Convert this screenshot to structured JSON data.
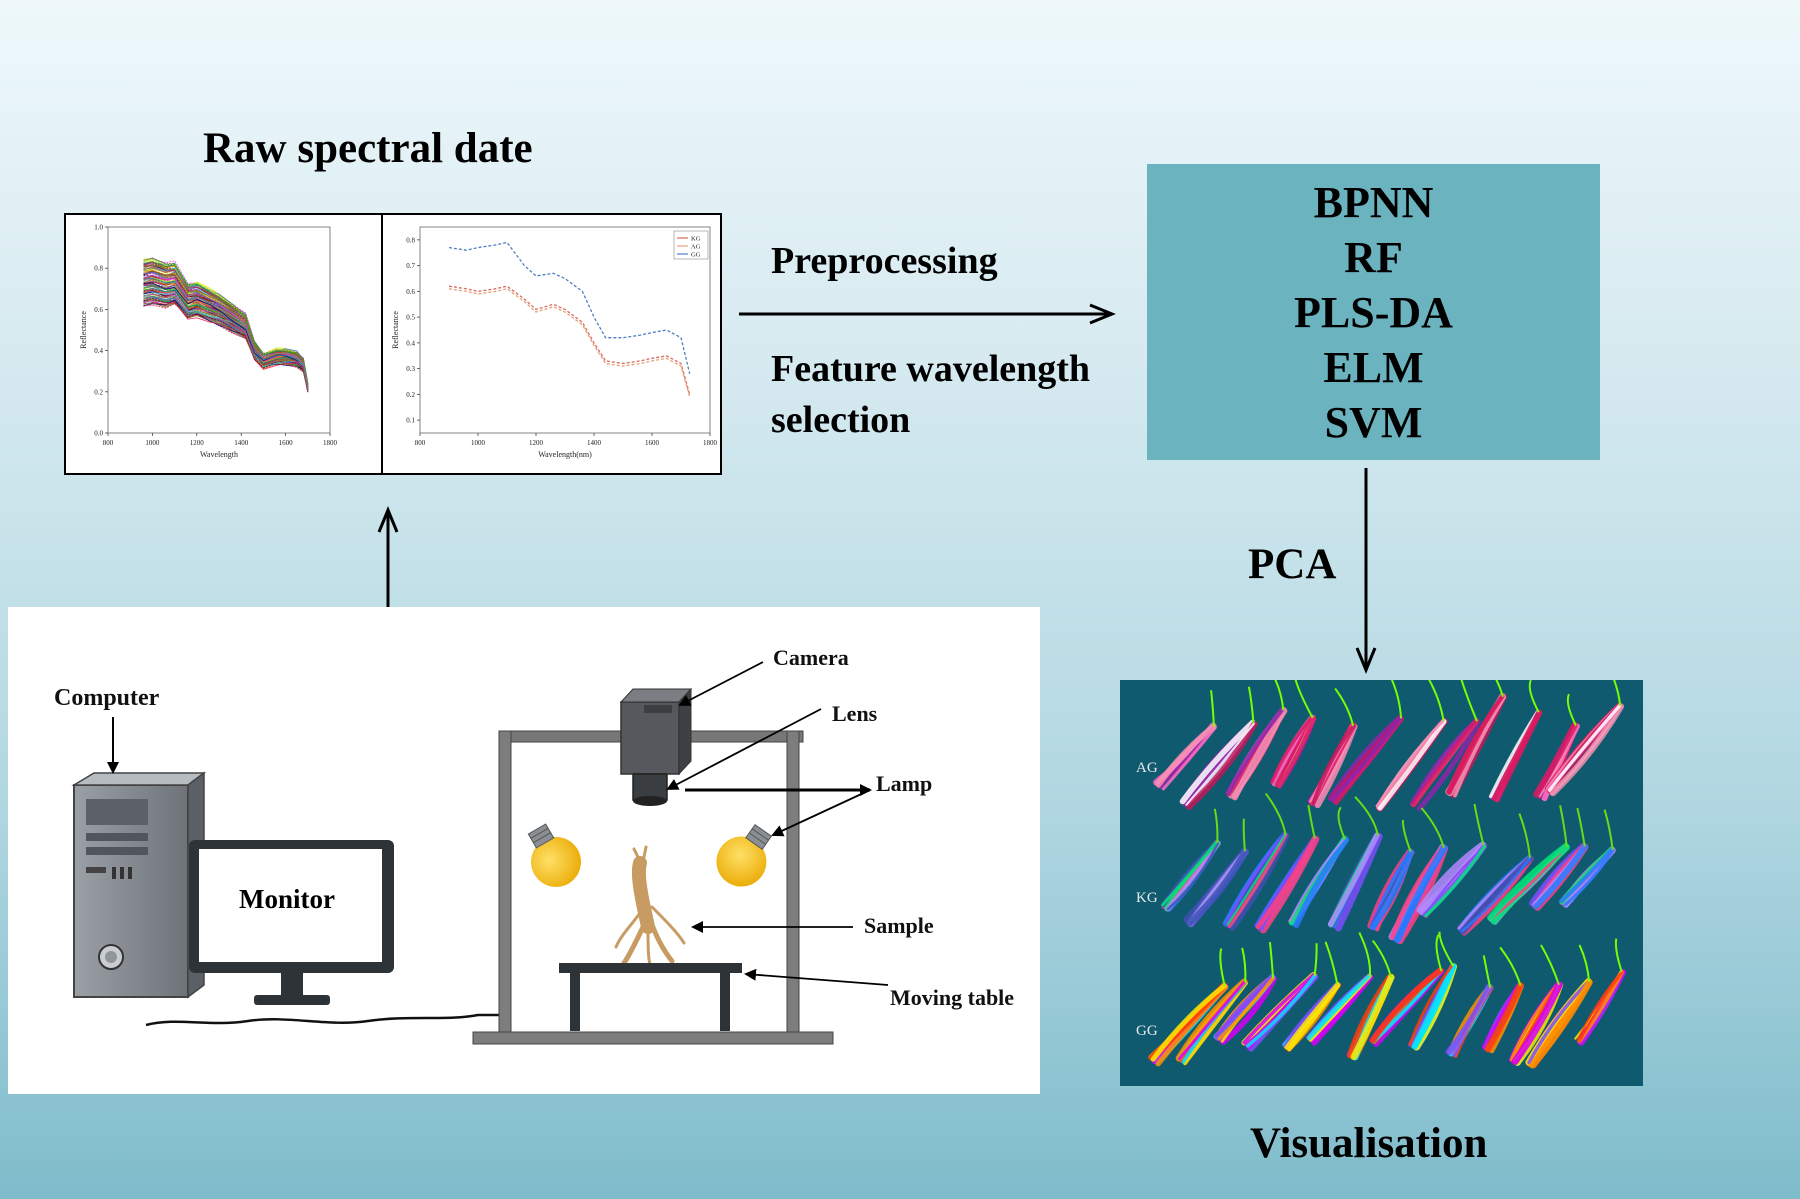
{
  "title": "Raw spectral date",
  "arrows": {
    "preprocessing": "Preprocessing",
    "feature_selection": "Feature wavelength selection",
    "pca": "PCA"
  },
  "models": [
    "BPNN",
    "RF",
    "PLS-DA",
    "ELM",
    "SVM"
  ],
  "visualisation_label": "Visualisation",
  "hardware": {
    "computer": "Computer",
    "monitor": "Monitor",
    "camera": "Camera",
    "lens": "Lens",
    "lamp": "Lamp",
    "sample": "Sample",
    "moving_table": "Moving table"
  },
  "visualisation_rows": [
    "AG",
    "KG",
    "GG"
  ],
  "chart_data": [
    {
      "type": "line",
      "xlabel": "Wavelength",
      "ylabel": "Reflectance",
      "x_ticks": [
        "800",
        "1000",
        "1200",
        "1400",
        "1600",
        "1800"
      ],
      "y_ticks": [
        "0.0",
        "0.2",
        "0.4",
        "0.6",
        "0.8",
        "1.0"
      ],
      "xlim": [
        800,
        1800
      ],
      "ylim": [
        0,
        1.0
      ],
      "series_count": 120,
      "x": [
        960,
        1000,
        1060,
        1100,
        1160,
        1200,
        1260,
        1300,
        1360,
        1420,
        1460,
        1500,
        1560,
        1600,
        1650,
        1680,
        1700
      ],
      "mean_values": [
        0.73,
        0.74,
        0.72,
        0.73,
        0.64,
        0.65,
        0.62,
        0.6,
        0.56,
        0.52,
        0.4,
        0.35,
        0.37,
        0.37,
        0.36,
        0.33,
        0.22
      ]
    },
    {
      "type": "line",
      "xlabel": "Wavelength(nm)",
      "ylabel": "Reflectance",
      "legend": [
        "KG",
        "AG",
        "GG"
      ],
      "legend_position": "top-right",
      "colors": [
        "#d66b5e",
        "#e8a07a",
        "#4f7fc0"
      ],
      "x_ticks": [
        "800",
        "1000",
        "1200",
        "1400",
        "1600",
        "1800"
      ],
      "y_ticks": [
        "0.1",
        "0.2",
        "0.3",
        "0.4",
        "0.5",
        "0.6",
        "0.7",
        "0.8"
      ],
      "xlim": [
        800,
        1800
      ],
      "ylim": [
        0.05,
        0.85
      ],
      "x": [
        900,
        960,
        1000,
        1060,
        1100,
        1160,
        1200,
        1260,
        1300,
        1360,
        1400,
        1440,
        1500,
        1560,
        1600,
        1650,
        1700,
        1730
      ],
      "series": [
        {
          "name": "KG",
          "values": [
            0.62,
            0.61,
            0.6,
            0.61,
            0.62,
            0.57,
            0.53,
            0.55,
            0.53,
            0.48,
            0.4,
            0.33,
            0.32,
            0.33,
            0.34,
            0.35,
            0.32,
            0.2
          ]
        },
        {
          "name": "AG",
          "values": [
            0.61,
            0.6,
            0.59,
            0.6,
            0.61,
            0.56,
            0.52,
            0.54,
            0.52,
            0.47,
            0.39,
            0.32,
            0.31,
            0.32,
            0.33,
            0.34,
            0.31,
            0.19
          ]
        },
        {
          "name": "GG",
          "values": [
            0.77,
            0.76,
            0.77,
            0.78,
            0.79,
            0.7,
            0.66,
            0.67,
            0.65,
            0.6,
            0.5,
            0.42,
            0.42,
            0.43,
            0.44,
            0.45,
            0.42,
            0.28
          ]
        }
      ]
    }
  ]
}
